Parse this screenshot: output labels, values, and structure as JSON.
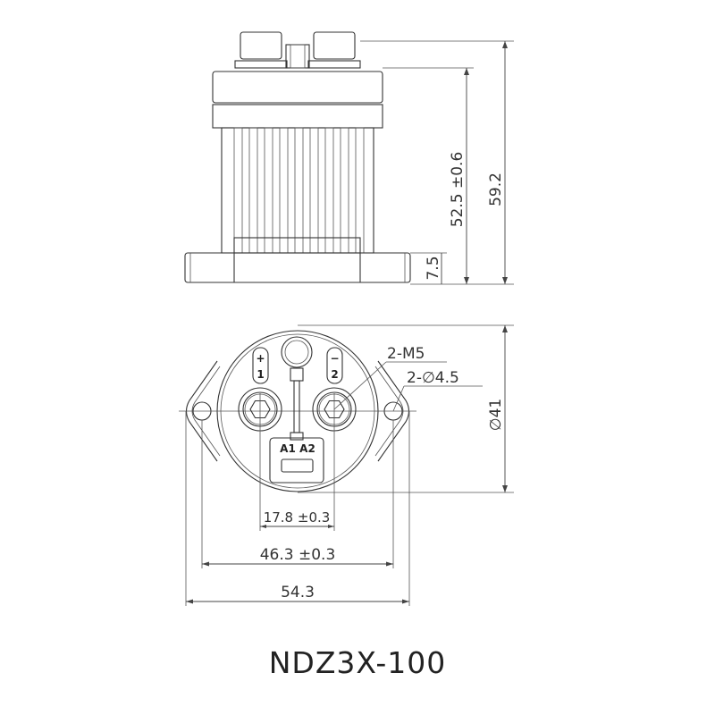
{
  "title": "NDZ3X-100",
  "side_view": {
    "dimensions": {
      "overall_height": "59.2",
      "body_height": "52.5 ±0.6",
      "flange_height": "7.5"
    }
  },
  "bottom_view": {
    "terminal_labels": {
      "positive_symbol": "+",
      "positive_number": "1",
      "negative_symbol": "−",
      "negative_number": "2",
      "coil_a1": "A1",
      "coil_a2": "A2"
    },
    "callouts": {
      "thread": "2-M5",
      "mount_hole": "2-∅4.5"
    },
    "dimensions": {
      "diameter": "∅41",
      "terminal_spacing": "17.8 ±0.3",
      "mount_hole_spacing": "46.3 ±0.3",
      "overall_width": "54.3"
    }
  }
}
